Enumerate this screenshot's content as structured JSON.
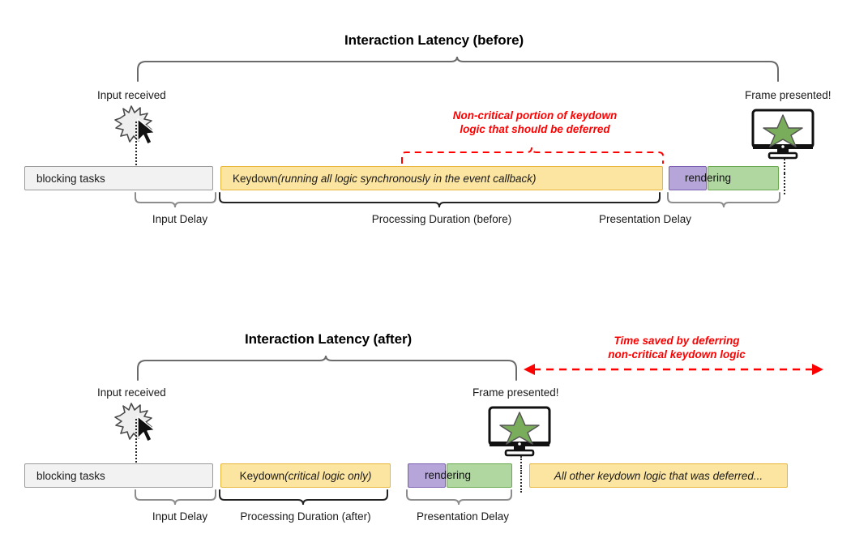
{
  "page": {
    "background": "#ffffff",
    "accent_red": "#ff0000",
    "bar_colors": {
      "blocking": "#f2f2f2",
      "blocking_border": "#9a9a9a",
      "keydown": "#fce5a0",
      "keydown_border": "#e8b63a",
      "purple": "#b5a5d8",
      "purple_border": "#7b5fb0",
      "green": "#b0d7a0",
      "green_border": "#6aa84f"
    }
  },
  "before": {
    "title": "Interaction Latency (before)",
    "input_label": "Input received",
    "frame_label": "Frame presented!",
    "red_note_line1": "Non-critical portion of keydown",
    "red_note_line2": "logic that should be deferred",
    "bars": {
      "blocking": "blocking tasks",
      "keydown_prefix": "Keydown ",
      "keydown_italic": "(running all logic synchronously in the event callback)",
      "rendering": "rendering"
    },
    "phases": {
      "input_delay": "Input Delay",
      "processing": "Processing Duration (before)",
      "presentation": "Presentation Delay"
    },
    "icons": {
      "burst": "click-burst-icon",
      "cursor": "mouse-cursor-icon",
      "monitor": "monitor-star-icon"
    }
  },
  "after": {
    "title": "Interaction Latency (after)",
    "input_label": "Input received",
    "frame_label": "Frame presented!",
    "red_note_line1": "Time saved by deferring",
    "red_note_line2": "non-critical keydown logic",
    "bars": {
      "blocking": "blocking tasks",
      "keydown_prefix": "Keydown ",
      "keydown_italic": "(critical logic only)",
      "rendering": "rendering",
      "deferred": "All other keydown logic that was deferred..."
    },
    "phases": {
      "input_delay": "Input Delay",
      "processing": "Processing Duration (after)",
      "presentation": "Presentation Delay"
    },
    "icons": {
      "burst": "click-burst-icon",
      "cursor": "mouse-cursor-icon",
      "monitor": "monitor-star-icon"
    }
  }
}
